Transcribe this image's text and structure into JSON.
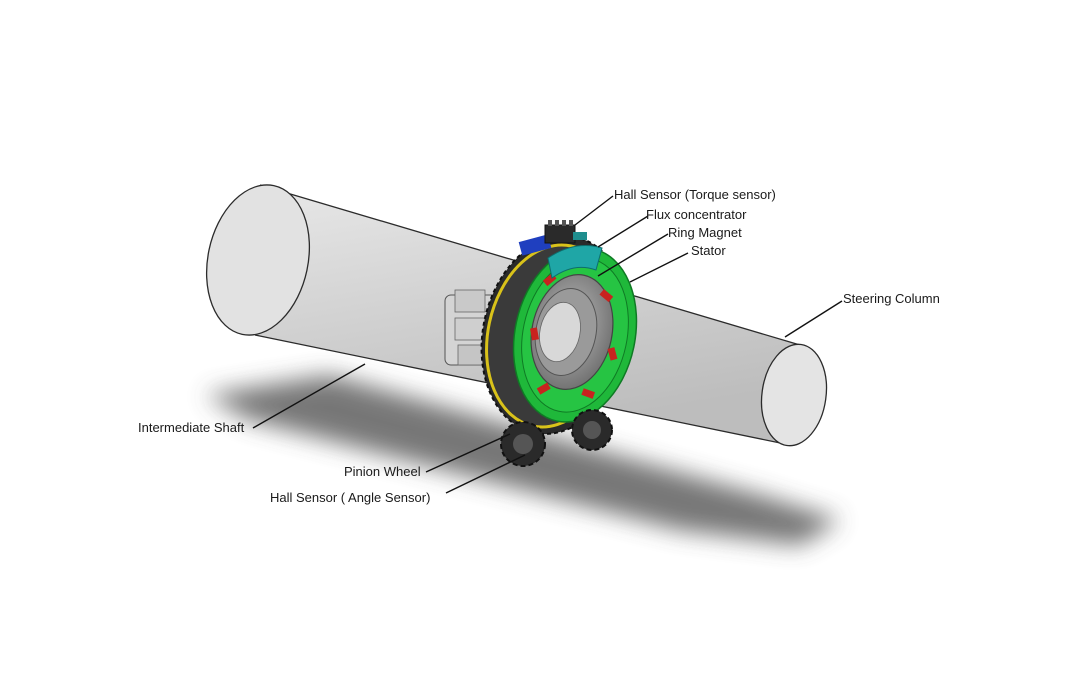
{
  "labels": {
    "hall_sensor_torque": "Hall Sensor (Torque sensor)",
    "flux_concentrator": "Flux concentrator",
    "ring_magnet": "Ring Magnet",
    "stator": "Stator",
    "steering_column": "Steering Column",
    "intermediate_shaft": "Intermediate Shaft",
    "pinion_wheel": "Pinion Wheel",
    "hall_sensor_angle": "Hall Sensor ( Angle Sensor)"
  },
  "colors": {
    "tube_fill": "#d7d7d7",
    "tube_edge": "#2b2b2b",
    "green_ring": "#1fb83a",
    "gear_dark": "#2a2a2a",
    "gear_yellow": "#d9c21a",
    "flux_teal": "#1fa6a6",
    "sensor_blue": "#1f3fbf",
    "magnet_red": "#c8231f",
    "shadow": "#5a5a5a"
  }
}
